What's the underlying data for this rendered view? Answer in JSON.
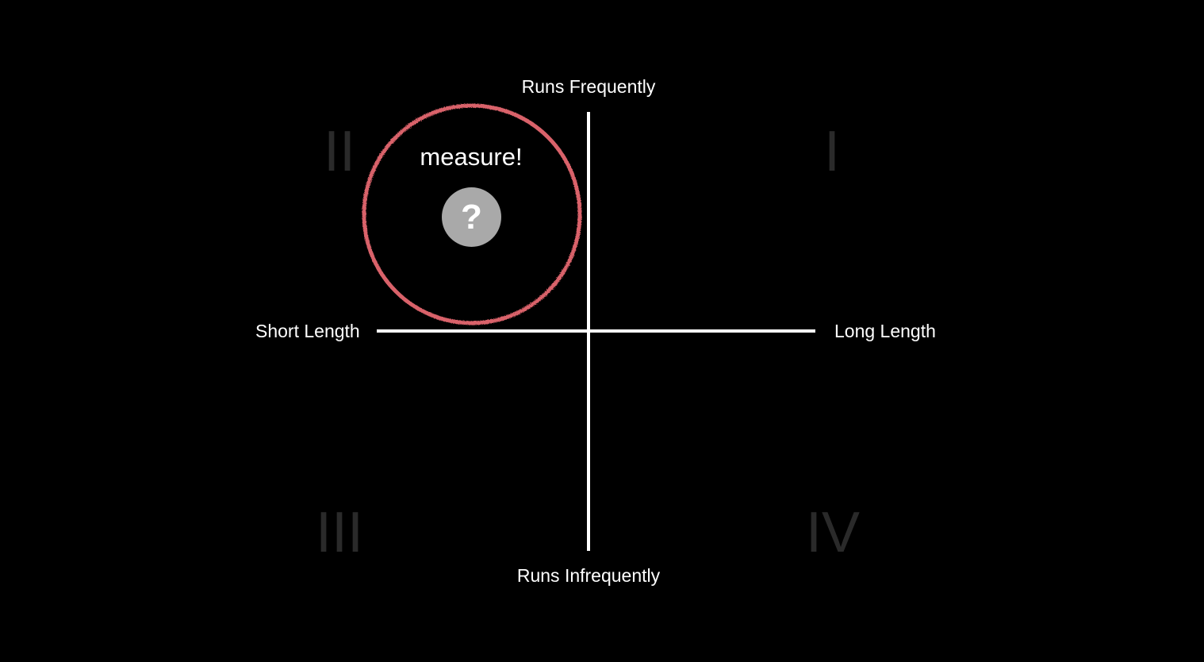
{
  "axes": {
    "top_label": "Runs Frequently",
    "bottom_label": "Runs Infrequently",
    "left_label": "Short Length",
    "right_label": "Long Length"
  },
  "quadrants": {
    "i": "I",
    "ii": "II",
    "iii": "III",
    "iv": "IV"
  },
  "highlight": {
    "quadrant": "II",
    "text": "measure!",
    "badge_glyph": "?",
    "circle_color": "#d9626b",
    "badge_color": "#a9a9a9"
  },
  "colors": {
    "background": "#000000",
    "axis": "#ffffff",
    "numeral": "#2a2a2a"
  }
}
